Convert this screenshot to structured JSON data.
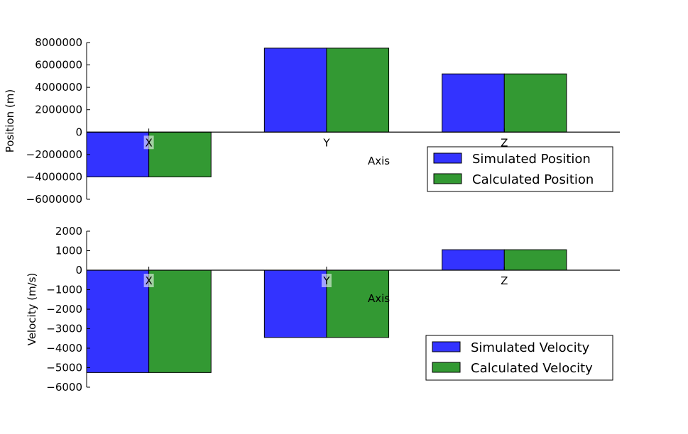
{
  "chart_data": [
    {
      "type": "bar",
      "categories": [
        "X",
        "Y",
        "Z"
      ],
      "xlabel": "Axis",
      "ylabel": "Position (m)",
      "ylim": [
        -6000000,
        8000000
      ],
      "yticks": [
        8000000,
        6000000,
        4000000,
        2000000,
        0,
        -2000000,
        -4000000,
        -6000000
      ],
      "ytick_labels": [
        "8000000",
        "6000000",
        "4000000",
        "2000000",
        "0",
        "−2000000",
        "−4000000",
        "−6000000"
      ],
      "grid": false,
      "legend_position": "lower-right",
      "series": [
        {
          "name": "Simulated Position",
          "color": "#3333ff",
          "values": [
            -4000000,
            7500000,
            5200000
          ]
        },
        {
          "name": "Calculated Position",
          "color": "#339933",
          "values": [
            -4000000,
            7500000,
            5200000
          ]
        }
      ]
    },
    {
      "type": "bar",
      "categories": [
        "X",
        "Y",
        "Z"
      ],
      "xlabel": "Axis",
      "ylabel": "Velocity (m/s)",
      "ylim": [
        -6000,
        2000
      ],
      "yticks": [
        2000,
        1000,
        0,
        -1000,
        -2000,
        -3000,
        -4000,
        -5000,
        -6000
      ],
      "ytick_labels": [
        "2000",
        "1000",
        "0",
        "−1000",
        "−2000",
        "−3000",
        "−4000",
        "−5000",
        "−6000"
      ],
      "grid": false,
      "legend_position": "lower-right",
      "series": [
        {
          "name": "Simulated Velocity",
          "color": "#3333ff",
          "values": [
            -5250,
            -3450,
            1050
          ]
        },
        {
          "name": "Calculated Velocity",
          "color": "#339933",
          "values": [
            -5250,
            -3450,
            1050
          ]
        }
      ]
    }
  ]
}
